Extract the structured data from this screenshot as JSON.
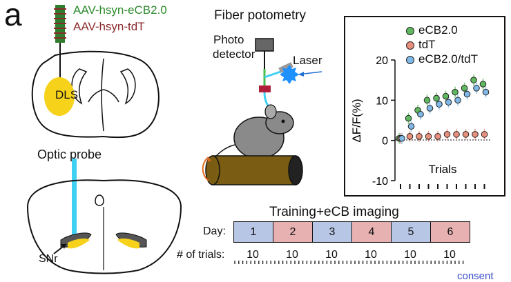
{
  "panel_letter": "a",
  "virus": {
    "ecb": "AAV-hsyn-eCB2.0",
    "tdt": "AAV-hsyn-tdT"
  },
  "brain": {
    "dls_label": "DLS",
    "probe_label": "Optic probe",
    "snr_label": "SNr"
  },
  "setup": {
    "title": "Fiber potometry",
    "detector_line1": "Photo",
    "detector_line2": "detector",
    "laser_label": "Laser"
  },
  "protocol": {
    "title": "Training+eCB imaging",
    "day_label": "Day:",
    "trials_label": "# of trials:",
    "days": [
      {
        "day": "1",
        "trials": "10",
        "color": "#b8c6e6"
      },
      {
        "day": "2",
        "trials": "10",
        "color": "#e7b1b1"
      },
      {
        "day": "3",
        "trials": "10",
        "color": "#b8c6e6"
      },
      {
        "day": "4",
        "trials": "10",
        "color": "#e7b1b1"
      },
      {
        "day": "5",
        "trials": "10",
        "color": "#b8c6e6"
      },
      {
        "day": "6",
        "trials": "10",
        "color": "#e7b1b1"
      }
    ]
  },
  "colors": {
    "ecb": "#2e8b2e",
    "tdt": "#8b2a2a",
    "dls": "#f6d21a",
    "probe": "#3fd0f2"
  },
  "chart_data": {
    "type": "scatter",
    "ylabel": "ΔF/F(%)",
    "xlabel": "Trials",
    "ylim": [
      -10,
      20
    ],
    "yticks": [
      -10,
      0,
      10,
      20
    ],
    "legend_position": "top-right",
    "x": [
      1,
      2,
      3,
      4,
      5,
      6,
      7,
      8,
      9,
      10
    ],
    "series": [
      {
        "name": "eCB2.0",
        "color": "#5fb85f",
        "values": [
          0.5,
          5.5,
          7.5,
          10,
          10.5,
          11,
          12,
          13,
          15,
          14
        ]
      },
      {
        "name": "tdT",
        "color": "#e8907c",
        "values": [
          0.5,
          1,
          1,
          1,
          1,
          1.5,
          1.5,
          1.5,
          1.5,
          1.5
        ]
      },
      {
        "name": "eCB2.0/tdT",
        "color": "#7fb8e6",
        "values": [
          0.5,
          3.5,
          6.5,
          8,
          9,
          9.5,
          10,
          11.5,
          13,
          12
        ]
      }
    ]
  },
  "footer": {
    "consent": "consent"
  }
}
